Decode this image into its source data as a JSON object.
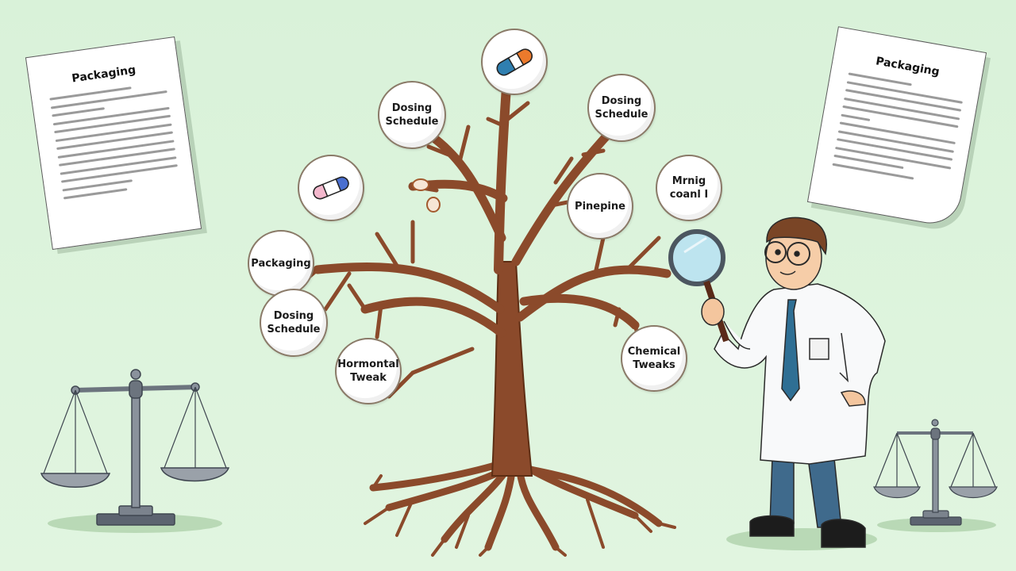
{
  "scene": {
    "background_color": "#dcf3dc",
    "description": "Tree diagram with labeled circular nodes on branches, a scientist with magnifying glass, documents and scales of justice"
  },
  "documents": [
    {
      "id": "left",
      "title": "Packaging"
    },
    {
      "id": "right",
      "title": "Packaging"
    }
  ],
  "tree": {
    "trunk_color": "#8b4a2b",
    "nodes": [
      {
        "id": "top-pill",
        "type": "icon",
        "icon": "capsule-pill-orange-blue-icon"
      },
      {
        "id": "dosing-schedule-upper-left",
        "line1": "Dosing",
        "line2": "Schedule"
      },
      {
        "id": "dosing-schedule-upper-right",
        "line1": "Dosing",
        "line2": "Schedule"
      },
      {
        "id": "left-pill",
        "type": "icon",
        "icon": "capsule-pill-pink-blue-icon"
      },
      {
        "id": "pinepine",
        "line1": "Pinepine",
        "line2": ""
      },
      {
        "id": "mrnig",
        "line1": "Mrnig",
        "line2": "coanl I"
      },
      {
        "id": "packaging",
        "line1": "Packaging",
        "line2": ""
      },
      {
        "id": "dosing-schedule-lower-left",
        "line1": "Dosing",
        "line2": "Schedule"
      },
      {
        "id": "hormontal-tweak",
        "line1": "Hormontal",
        "line2": "Tweak"
      },
      {
        "id": "chemical-tweaks",
        "line1": "Chemical",
        "line2": "Tweaks"
      }
    ]
  },
  "characters": [
    {
      "id": "scientist",
      "holding": "magnifying-glass",
      "outfit": "white lab coat, blue tie, blue trousers"
    }
  ],
  "props": [
    {
      "id": "scale-left",
      "icon": "scales-of-justice-icon"
    },
    {
      "id": "scale-right",
      "icon": "scales-of-justice-icon"
    }
  ]
}
